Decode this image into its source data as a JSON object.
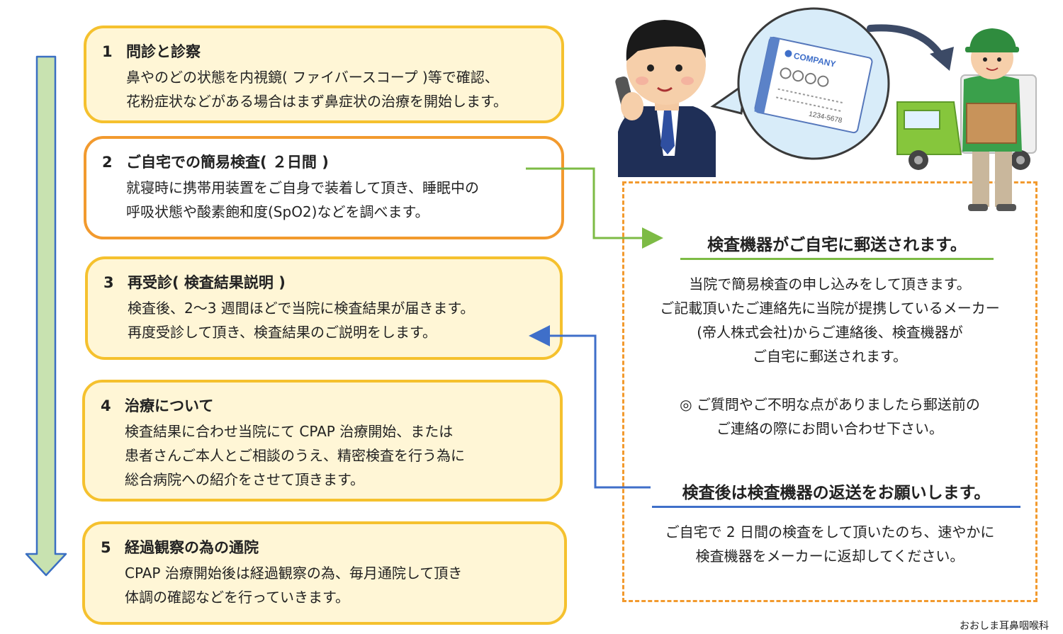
{
  "steps": [
    {
      "number": "1",
      "title": "問診と診察",
      "lines": [
        "鼻やのどの状態を内視鏡( ファイバースコープ )等で確認、",
        "花粉症状などがある場合はまず鼻症状の治療を開始します。"
      ]
    },
    {
      "number": "2",
      "title": "ご自宅での簡易検査( ２日間 )",
      "lines": [
        "就寝時に携帯用装置をご自身で装着して頂き、睡眠中の",
        "呼吸状態や酸素飽和度(SpO2)などを調べます。"
      ]
    },
    {
      "number": "3",
      "title": "再受診( 検査結果説明 )",
      "lines": [
        "検査後、2～3 週間ほどで当院に検査結果が届きます。",
        "再度受診して頂き、検査結果のご説明をします。"
      ]
    },
    {
      "number": "4",
      "title": "治療について",
      "lines": [
        "検査結果に合わせ当院にて CPAP 治療開始、または",
        "患者さんご本人とご相談のうえ、精密検査を行う為に",
        "総合病院への紹介をさせて頂きます。"
      ]
    },
    {
      "number": "5",
      "title": "経過観察の為の通院",
      "lines": [
        "CPAP 治療開始後は経過観察の為、毎月通院して頂き",
        "体調の確認などを行っていきます。"
      ]
    }
  ],
  "info": {
    "heading1": "検査機器がご自宅に郵送されます。",
    "para1": [
      "当院で簡易検査の申し込みをして頂きます。",
      "ご記載頂いたご連絡先に当院が提携しているメーカー",
      "(帝人株式会社)からご連絡後、検査機器が",
      "ご自宅に郵送されます。"
    ],
    "note": [
      "◎ ご質問やご不明な点がありましたら郵送前の",
      "ご連絡の際にお問い合わせ下さい。"
    ],
    "heading2": "検査後は検査機器の返送をお願いします。",
    "para2": [
      "ご自宅で 2 日間の検査をして頂いたのち、速やかに",
      "検査機器をメーカーに返却してください。"
    ]
  },
  "illustration": {
    "card_text": "COMPANY",
    "card_number": "1234-5678"
  },
  "credit": "おおしま耳鼻咽喉科",
  "colors": {
    "box_yellow": "#f5c12e",
    "box_orange": "#f29a2e",
    "box_fill": "#fff6d6",
    "arrow_green": "#c8e2b0",
    "arrow_stroke": "#3a6fc2",
    "connector_green": "#7dbb45",
    "connector_blue": "#3f6fc9"
  }
}
